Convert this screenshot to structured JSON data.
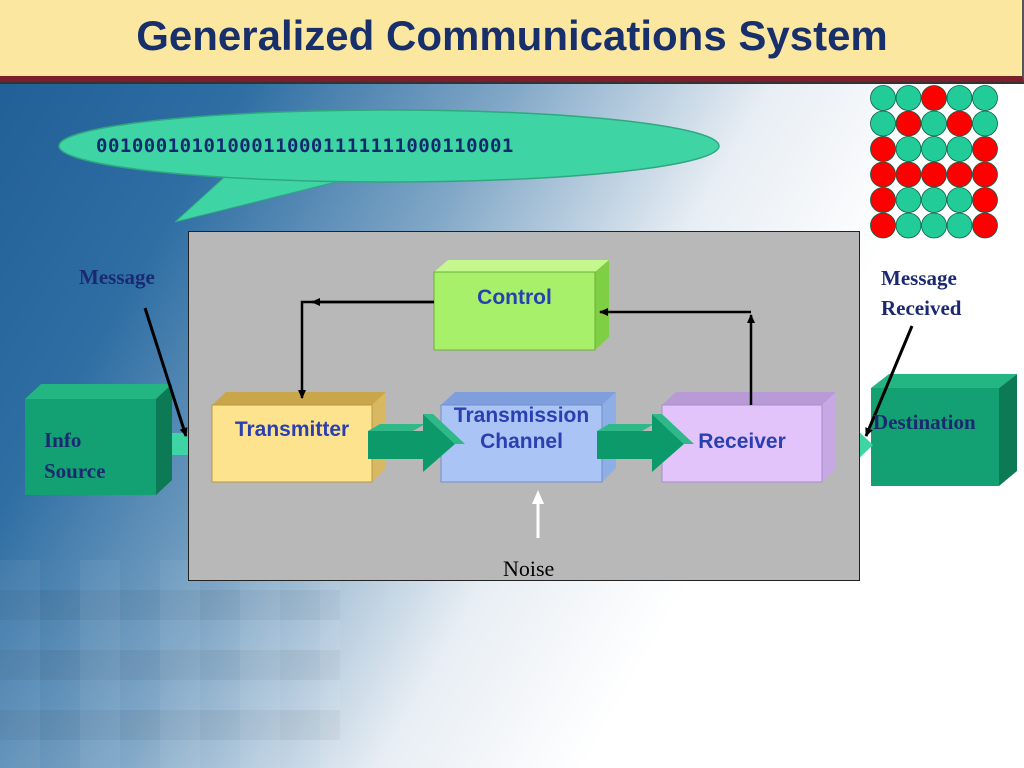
{
  "title": "Generalized Communications System",
  "bit_stream": "00100010101000110001111111000110001",
  "labels": {
    "message": "Message",
    "message_received_1": "Message",
    "message_received_2": "Received",
    "info_source_1": "Info",
    "info_source_2": "Source",
    "destination": "Destination",
    "control": "Control",
    "transmitter": "Transmitter",
    "channel_1": "Transmission",
    "channel_2": "Channel",
    "receiver": "Receiver",
    "noise": "Noise"
  },
  "colors": {
    "title_bg": "#fce7a0",
    "title_text": "#17306b",
    "control_box": "#a6f06a",
    "transmitter_box": "#fde38e",
    "channel_box": "#a9c4f5",
    "receiver_box": "#e2c4fb",
    "endpoint_box": "#12a06e",
    "arrow_green": "#0d9a6a",
    "bubble": "#3fd4a4",
    "dot_red": "#ff0000",
    "dot_teal": "#22cc99"
  },
  "received_grid": [
    [
      0,
      0,
      1,
      0,
      0
    ],
    [
      0,
      1,
      0,
      1,
      0
    ],
    [
      1,
      0,
      0,
      0,
      1
    ],
    [
      1,
      1,
      1,
      1,
      1
    ],
    [
      1,
      0,
      0,
      0,
      1
    ],
    [
      1,
      0,
      0,
      0,
      1
    ]
  ]
}
